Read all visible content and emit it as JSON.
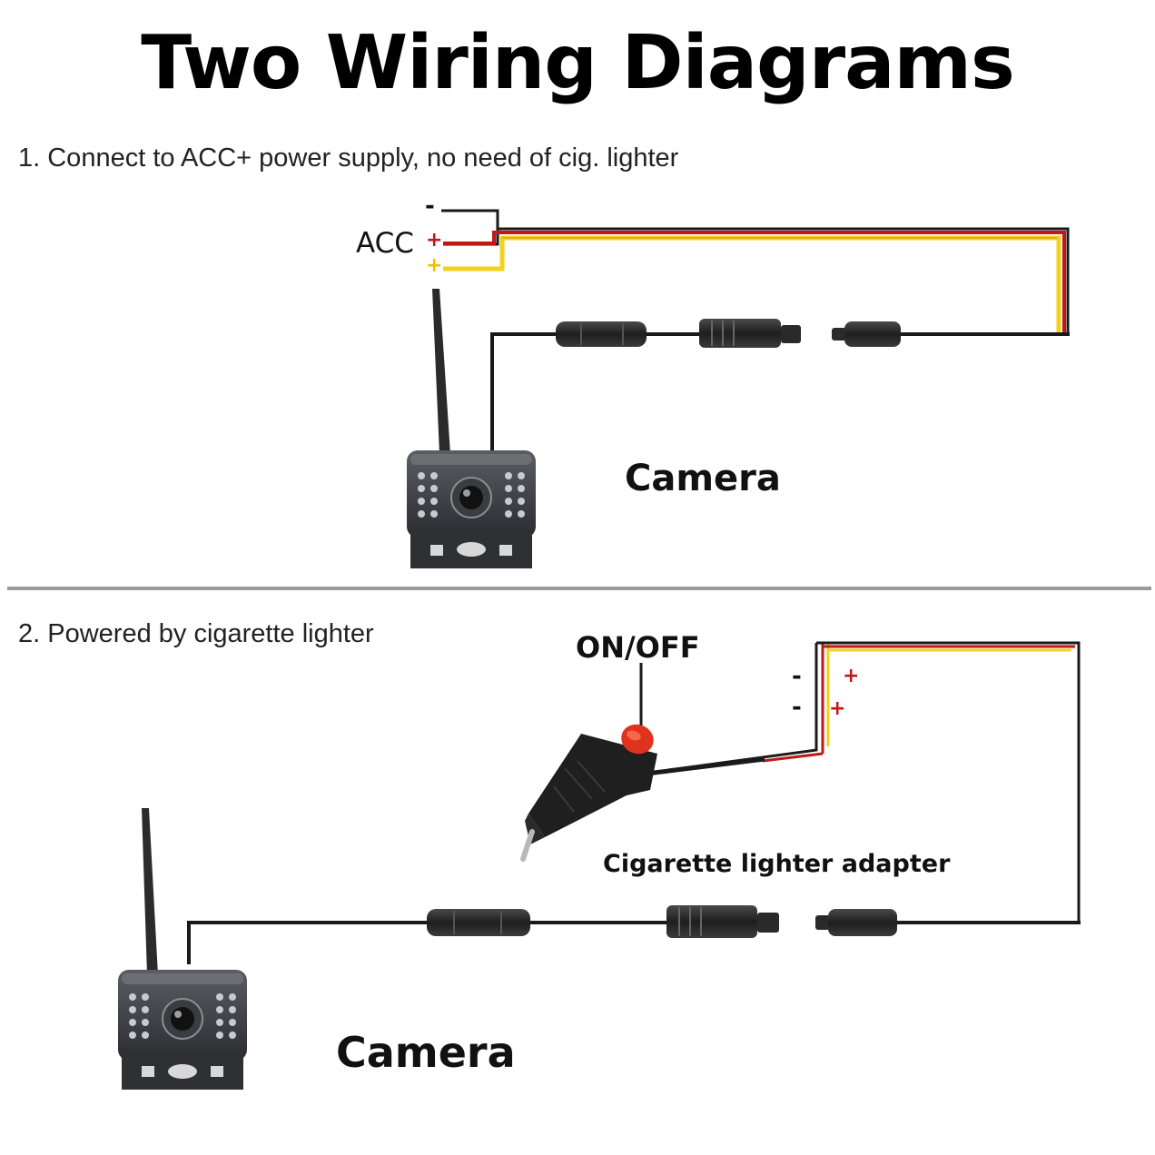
{
  "title": "Two Wiring Diagrams",
  "section1": {
    "heading": "1. Connect to ACC+ power supply, no need of cig. lighter",
    "acc_label": "ACC",
    "minus_sign": "-",
    "plus_sign": "+",
    "camera_label": "Camera"
  },
  "section2": {
    "heading": "2. Powered by cigarette lighter",
    "switch_label": "ON/OFF",
    "adapter_label": "Cigarette lighter adapter",
    "camera_label": "Camera",
    "minus_sign": "-",
    "plus_sign": "+"
  },
  "colors": {
    "wire_black": "#1a1a1a",
    "wire_red": "#c01818",
    "wire_yellow": "#f2d21a",
    "switch_red": "#e0331e"
  }
}
